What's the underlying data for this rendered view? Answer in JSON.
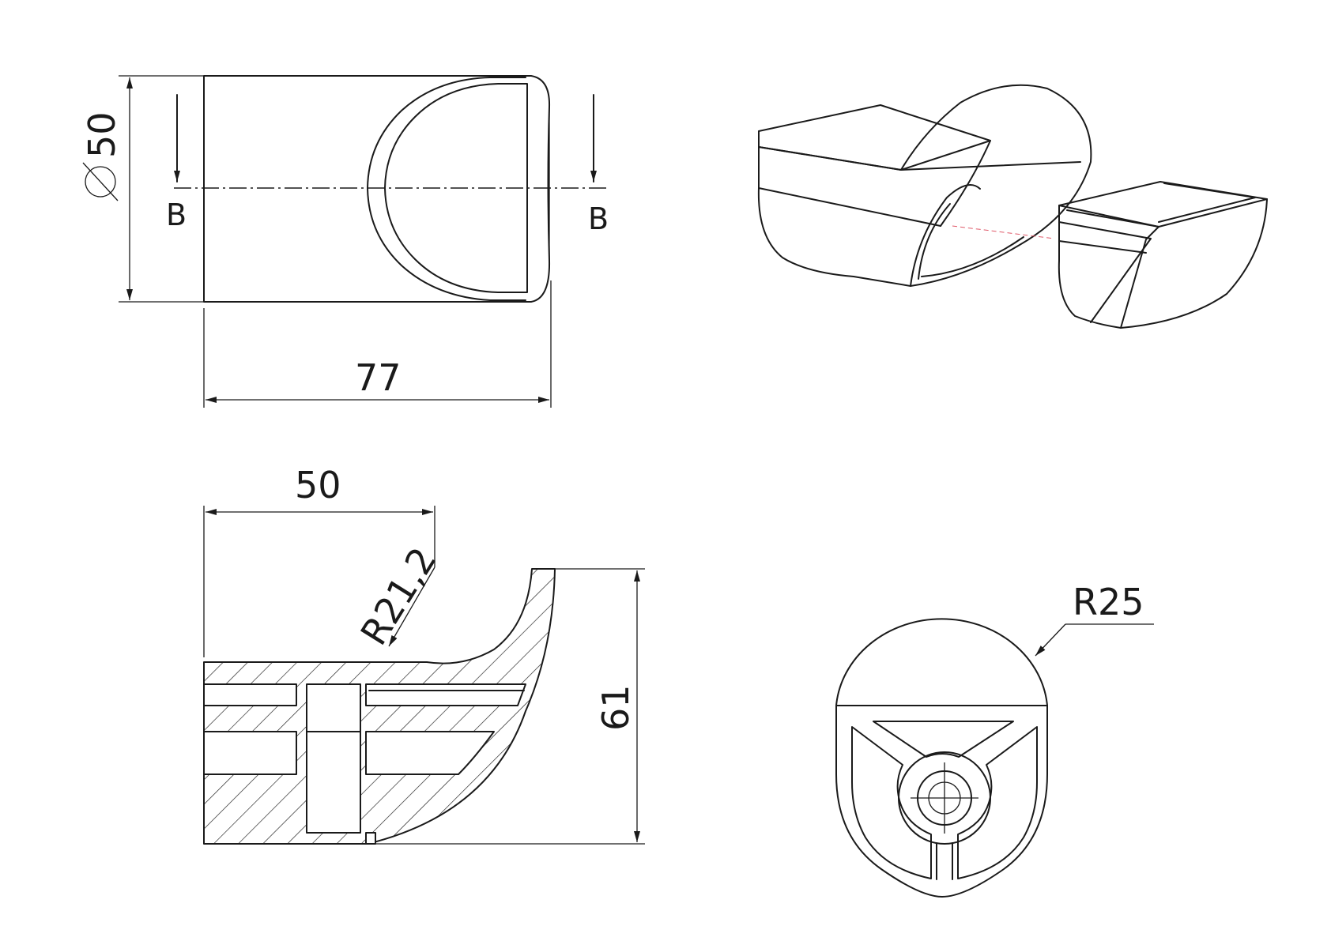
{
  "dimensions": {
    "diameter": "50",
    "length": "77",
    "width": "50",
    "inner_radius": "R21,2",
    "height": "61",
    "outer_radius": "R25"
  },
  "section": {
    "left_marker": "B",
    "right_marker": "B"
  }
}
